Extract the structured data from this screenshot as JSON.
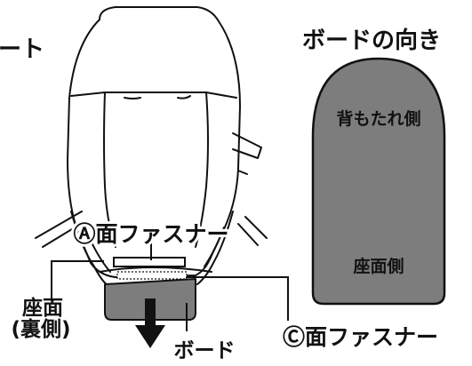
{
  "labels": {
    "seat_fragment": "ート",
    "board_orientation_title": "ボードの向き",
    "backrest_side": "背もたれ側",
    "seat_side": "座面側",
    "fastener_a": "Ⓐ面ファスナー",
    "fastener_c": "Ⓒ面ファスナー",
    "seat_back_line1": "座面",
    "seat_back_line2": "(裏側)",
    "board": "ボード"
  },
  "colors": {
    "board_fill": "#7d7d7d",
    "line": "#111111",
    "background": "#ffffff"
  },
  "icons": {
    "insert_arrow": "down-arrow-icon"
  }
}
